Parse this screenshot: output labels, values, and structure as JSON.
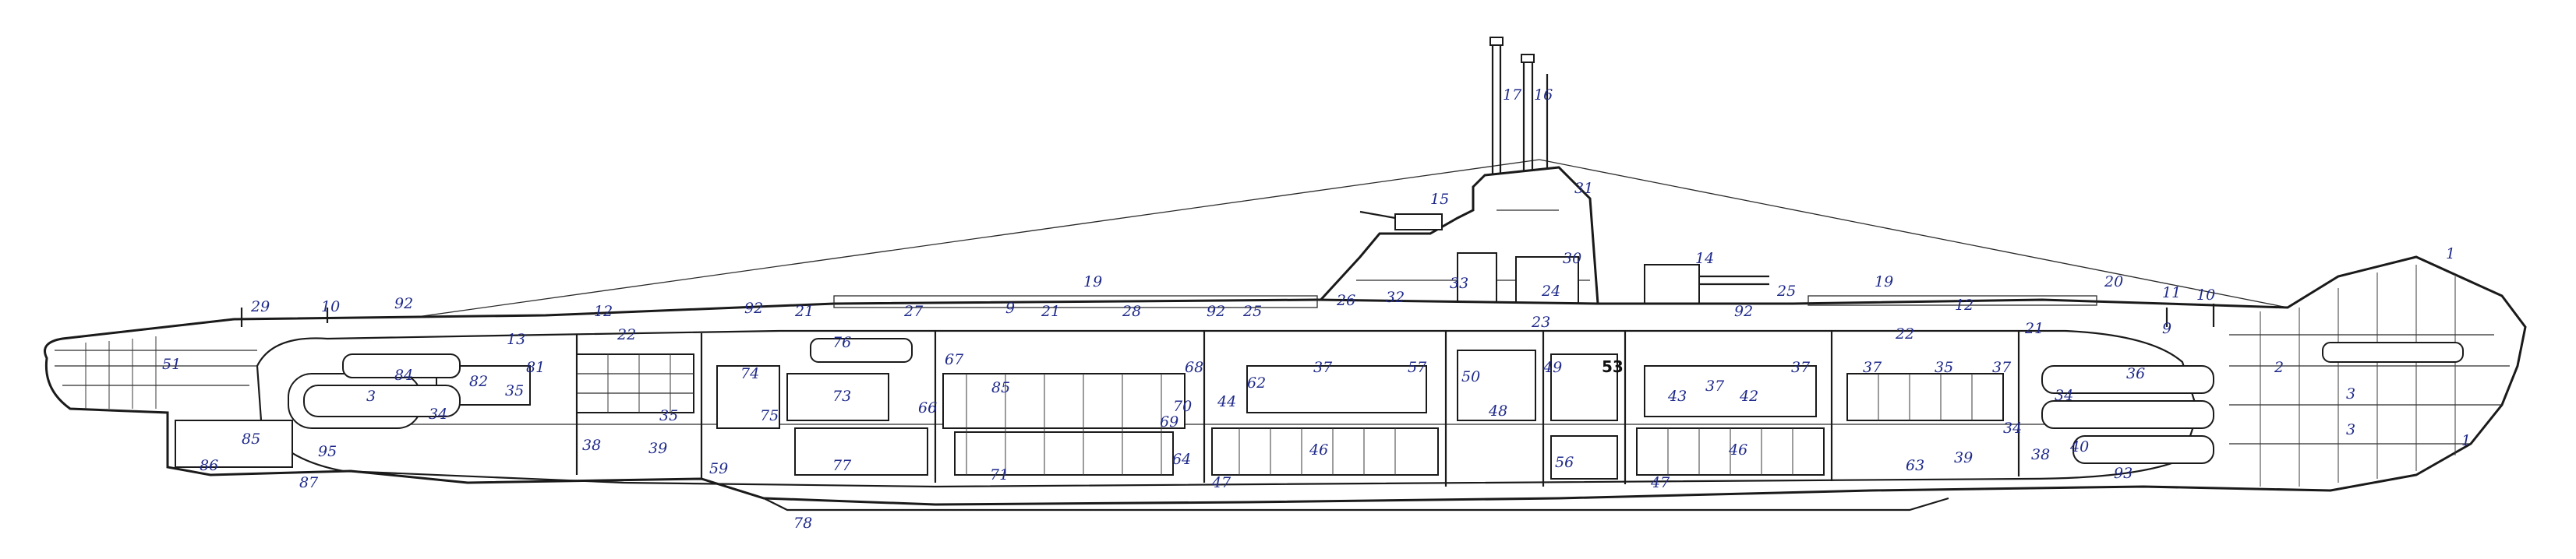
{
  "colors": {
    "line": "#1a1a1a",
    "callout": "#1f2a8a",
    "background": "#ffffff"
  },
  "callouts": [
    {
      "id": "c1a",
      "text": "1"
    },
    {
      "id": "c1b",
      "text": "1"
    },
    {
      "id": "c2",
      "text": "2"
    },
    {
      "id": "c3a",
      "text": "3"
    },
    {
      "id": "c3b",
      "text": "3"
    },
    {
      "id": "c3c",
      "text": "3"
    },
    {
      "id": "c9a",
      "text": "9"
    },
    {
      "id": "c9b",
      "text": "9"
    },
    {
      "id": "c10a",
      "text": "10"
    },
    {
      "id": "c10b",
      "text": "10"
    },
    {
      "id": "c11",
      "text": "11"
    },
    {
      "id": "c12a",
      "text": "12"
    },
    {
      "id": "c12b",
      "text": "12"
    },
    {
      "id": "c13",
      "text": "13"
    },
    {
      "id": "c14",
      "text": "14"
    },
    {
      "id": "c15",
      "text": "15"
    },
    {
      "id": "c16",
      "text": "16"
    },
    {
      "id": "c17",
      "text": "17"
    },
    {
      "id": "c19a",
      "text": "19"
    },
    {
      "id": "c19b",
      "text": "19"
    },
    {
      "id": "c20",
      "text": "20"
    },
    {
      "id": "c21a",
      "text": "21"
    },
    {
      "id": "c21b",
      "text": "21"
    },
    {
      "id": "c21c",
      "text": "21"
    },
    {
      "id": "c22a",
      "text": "22"
    },
    {
      "id": "c22b",
      "text": "22"
    },
    {
      "id": "c23",
      "text": "23"
    },
    {
      "id": "c24",
      "text": "24"
    },
    {
      "id": "c25a",
      "text": "25"
    },
    {
      "id": "c25b",
      "text": "25"
    },
    {
      "id": "c26",
      "text": "26"
    },
    {
      "id": "c27",
      "text": "27"
    },
    {
      "id": "c28",
      "text": "28"
    },
    {
      "id": "c29",
      "text": "29"
    },
    {
      "id": "c30",
      "text": "30"
    },
    {
      "id": "c31",
      "text": "31"
    },
    {
      "id": "c32",
      "text": "32"
    },
    {
      "id": "c33",
      "text": "33"
    },
    {
      "id": "c34a",
      "text": "34"
    },
    {
      "id": "c34b",
      "text": "34"
    },
    {
      "id": "c34c",
      "text": "34"
    },
    {
      "id": "c35a",
      "text": "35"
    },
    {
      "id": "c35b",
      "text": "35"
    },
    {
      "id": "c35c",
      "text": "35"
    },
    {
      "id": "c36",
      "text": "36"
    },
    {
      "id": "c37a",
      "text": "37"
    },
    {
      "id": "c37b",
      "text": "37"
    },
    {
      "id": "c37c",
      "text": "37"
    },
    {
      "id": "c37d",
      "text": "37"
    },
    {
      "id": "c37e",
      "text": "37"
    },
    {
      "id": "c38a",
      "text": "38"
    },
    {
      "id": "c38b",
      "text": "38"
    },
    {
      "id": "c39a",
      "text": "39"
    },
    {
      "id": "c39b",
      "text": "39"
    },
    {
      "id": "c40",
      "text": "40"
    },
    {
      "id": "c42",
      "text": "42"
    },
    {
      "id": "c43",
      "text": "43"
    },
    {
      "id": "c44",
      "text": "44"
    },
    {
      "id": "c46a",
      "text": "46"
    },
    {
      "id": "c46b",
      "text": "46"
    },
    {
      "id": "c47a",
      "text": "47"
    },
    {
      "id": "c47b",
      "text": "47"
    },
    {
      "id": "c48",
      "text": "48"
    },
    {
      "id": "c49",
      "text": "49"
    },
    {
      "id": "c50",
      "text": "50"
    },
    {
      "id": "c51",
      "text": "51"
    },
    {
      "id": "c53",
      "text": "53"
    },
    {
      "id": "c56",
      "text": "56"
    },
    {
      "id": "c57",
      "text": "57"
    },
    {
      "id": "c59",
      "text": "59"
    },
    {
      "id": "c62",
      "text": "62"
    },
    {
      "id": "c63",
      "text": "63"
    },
    {
      "id": "c64",
      "text": "64"
    },
    {
      "id": "c66",
      "text": "66"
    },
    {
      "id": "c67",
      "text": "67"
    },
    {
      "id": "c68",
      "text": "68"
    },
    {
      "id": "c69",
      "text": "69"
    },
    {
      "id": "c70",
      "text": "70"
    },
    {
      "id": "c71",
      "text": "71"
    },
    {
      "id": "c73",
      "text": "73"
    },
    {
      "id": "c74",
      "text": "74"
    },
    {
      "id": "c75",
      "text": "75"
    },
    {
      "id": "c76",
      "text": "76"
    },
    {
      "id": "c77",
      "text": "77"
    },
    {
      "id": "c78",
      "text": "78"
    },
    {
      "id": "c81",
      "text": "81"
    },
    {
      "id": "c82",
      "text": "82"
    },
    {
      "id": "c84",
      "text": "84"
    },
    {
      "id": "c85a",
      "text": "85"
    },
    {
      "id": "c85b",
      "text": "85"
    },
    {
      "id": "c86",
      "text": "86"
    },
    {
      "id": "c87",
      "text": "87"
    },
    {
      "id": "c92a",
      "text": "92"
    },
    {
      "id": "c92b",
      "text": "92"
    },
    {
      "id": "c92c",
      "text": "92"
    },
    {
      "id": "c92d",
      "text": "92"
    },
    {
      "id": "c93",
      "text": "93"
    },
    {
      "id": "c95",
      "text": "95"
    }
  ]
}
